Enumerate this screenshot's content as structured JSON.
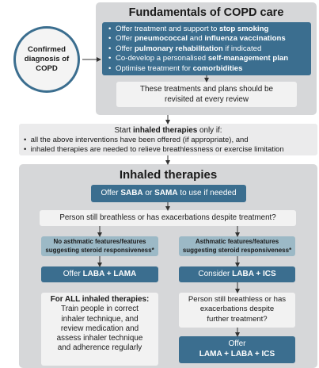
{
  "diagnosis": {
    "lines": [
      "Confirmed",
      "diagnosis of",
      "COPD"
    ]
  },
  "fundamentals": {
    "title": "Fundamentals of COPD care",
    "items": [
      {
        "plain": "Offer treatment and support to ",
        "bold": "stop smoking",
        "after": ""
      },
      {
        "plain": "Offer ",
        "bold": "pneumococcal",
        "after": " and ",
        "bold2": "influenza vaccinations"
      },
      {
        "plain": "Offer ",
        "bold": "pulmonary rehabilitation",
        "after": " if indicated"
      },
      {
        "plain": "Co-develop a personalised ",
        "bold": "self-management plan",
        "after": ""
      },
      {
        "plain": "Optimise treatment for ",
        "bold": "comorbidities",
        "after": ""
      }
    ],
    "revisit": [
      "These treatments and plans should be",
      "revisited at every review"
    ]
  },
  "start": {
    "line_plain": "Start ",
    "line_bold": "inhaled therapies",
    "line_after": " only if:",
    "conditions": [
      "all the above interventions have been offered (if appropriate), and",
      "inhaled therapies are needed to relieve breathlessness or exercise limitation"
    ]
  },
  "inhaled": {
    "title": "Inhaled therapies",
    "saba": {
      "pre": "Offer ",
      "b1": "SABA",
      "mid": " or ",
      "b2": "SAMA",
      "post": " to use if needed"
    },
    "breathless_1": "Person still breathless or has exacerbations despite treatment?",
    "no_asthmatic": [
      "No asthmatic features/features",
      "suggesting steroid responsiveness*"
    ],
    "asthmatic": [
      "Asthmatic features/features",
      "suggesting steroid responsiveness*"
    ],
    "laba_lama": {
      "pre": "Offer ",
      "bold": "LABA + LAMA"
    },
    "laba_ics": {
      "pre": "Consider ",
      "bold": "LABA + ICS"
    },
    "all_therapies": {
      "heading": "For ALL inhaled therapies:",
      "lines": [
        "Train people in correct",
        "inhaler technique, and",
        "review medication and",
        "assess inhaler technique",
        "and adherence regularly"
      ]
    },
    "breathless_2": [
      "Person still breathless or has",
      "exacerbations despite",
      "further treatment?"
    ],
    "triple": {
      "line1": "Offer",
      "line2": "LAMA + LABA + ICS"
    }
  },
  "colors": {
    "dark_blue": "#3b6e8f",
    "light_blue": "#9cb9c6",
    "panel_grey": "#d6d7d9",
    "box_white": "#f2f2f2"
  }
}
